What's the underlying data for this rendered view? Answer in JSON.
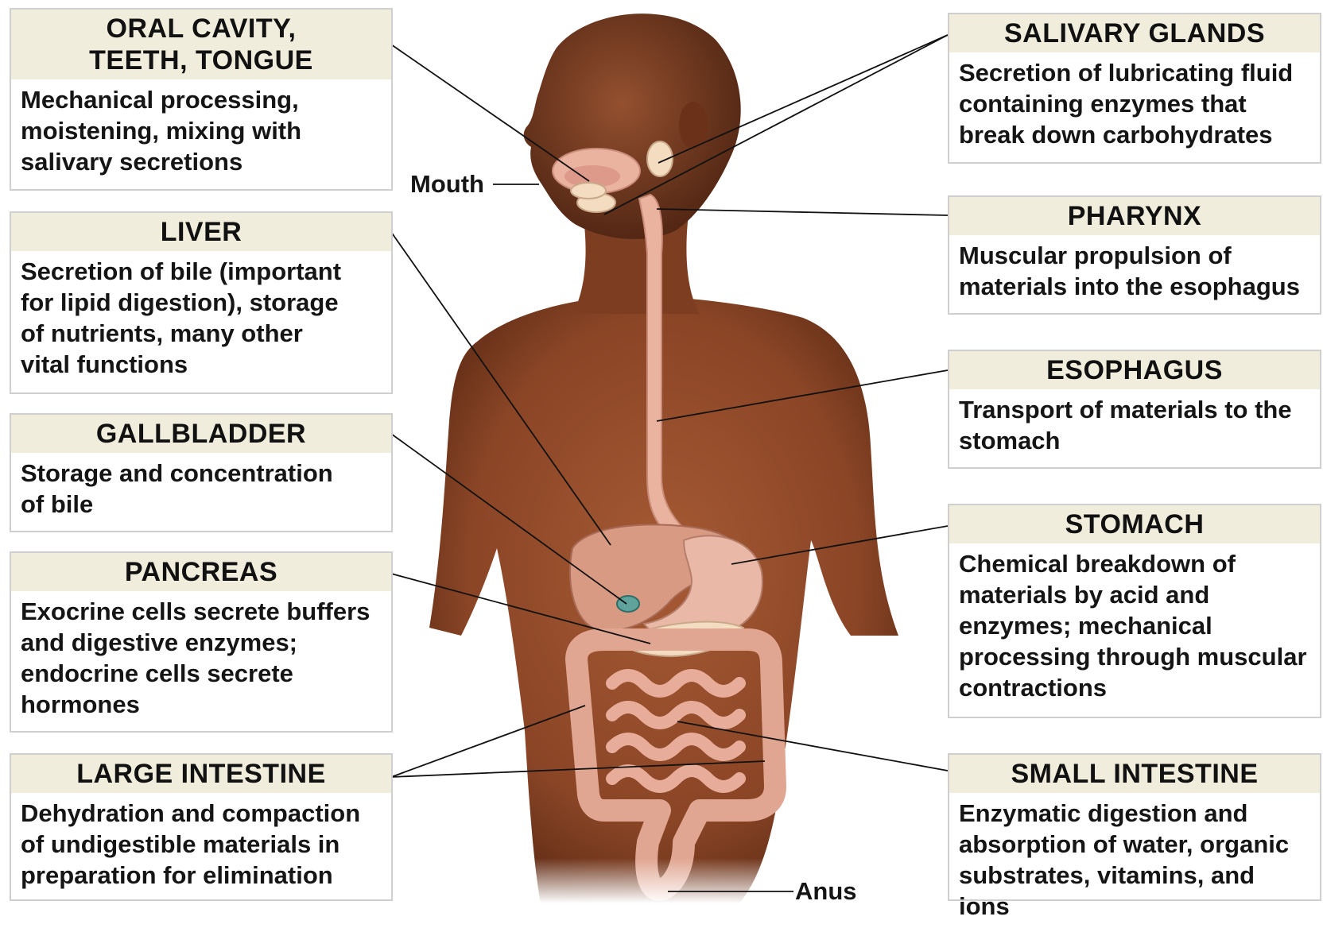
{
  "left_boxes": [
    {
      "key": "oral",
      "title": [
        "ORAL CAVITY,",
        "TEETH, TONGUE"
      ],
      "lines": [
        "Mechanical processing,",
        "moistening, mixing with",
        "salivary secretions"
      ]
    },
    {
      "key": "liver",
      "title": [
        "LIVER"
      ],
      "lines": [
        "Secretion of bile (important",
        "for lipid digestion), storage",
        "of nutrients, many other",
        "vital functions"
      ]
    },
    {
      "key": "gallbladder",
      "title": [
        "GALLBLADDER"
      ],
      "lines": [
        "Storage and concentration",
        "of bile"
      ]
    },
    {
      "key": "pancreas",
      "title": [
        "PANCREAS"
      ],
      "lines": [
        "Exocrine cells secrete buffers",
        "and digestive enzymes;",
        "endocrine cells secrete",
        "hormones"
      ]
    },
    {
      "key": "large_intestine",
      "title": [
        "LARGE INTESTINE"
      ],
      "lines": [
        "Dehydration and compaction",
        "of undigestible materials in",
        "preparation for elimination"
      ]
    }
  ],
  "right_boxes": [
    {
      "key": "salivary",
      "title": [
        "SALIVARY GLANDS"
      ],
      "lines": [
        "Secretion of lubricating fluid",
        "containing enzymes that",
        "break down carbohydrates"
      ]
    },
    {
      "key": "pharynx",
      "title": [
        "PHARYNX"
      ],
      "lines": [
        "Muscular propulsion of",
        "materials into the esophagus"
      ]
    },
    {
      "key": "esophagus",
      "title": [
        "ESOPHAGUS"
      ],
      "lines": [
        "Transport of materials to the",
        "stomach"
      ]
    },
    {
      "key": "stomach",
      "title": [
        "STOMACH"
      ],
      "lines": [
        "Chemical breakdown of",
        "materials by acid and",
        "enzymes; mechanical",
        "processing through muscular",
        "contractions"
      ]
    },
    {
      "key": "small_intestine",
      "title": [
        "SMALL INTESTINE"
      ],
      "lines": [
        "Enzymatic digestion and",
        "absorption of water, organic",
        "substrates, vitamins, and ions"
      ]
    }
  ],
  "labels": {
    "mouth": "Mouth",
    "anus": "Anus"
  },
  "colors": {
    "header_bg": "#f1eddc",
    "border": "#cfcfcf",
    "skin": "#9a5230",
    "organ": "#e9b3a0",
    "leader": "#111111"
  }
}
